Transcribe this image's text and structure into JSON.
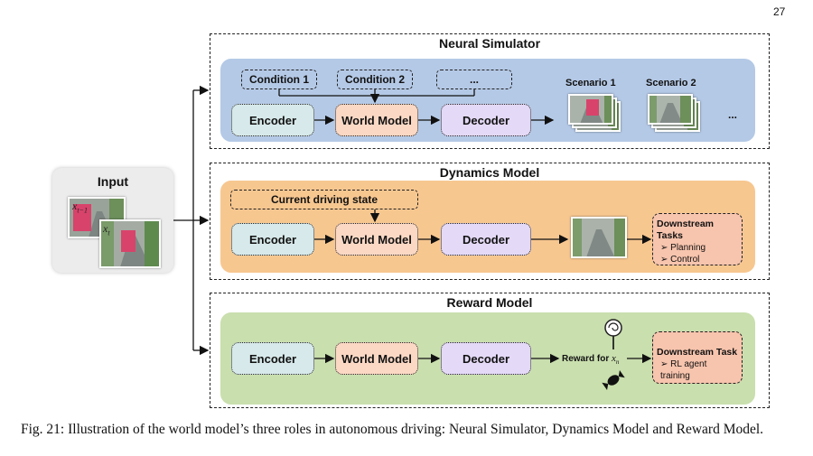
{
  "page_number": "27",
  "input": {
    "title": "Input",
    "frame_prev": "x",
    "frame_prev_sub": "t−1",
    "frame_cur": "x",
    "frame_cur_sub": "t"
  },
  "neural_simulator": {
    "title": "Neural Simulator",
    "conditions": [
      "Condition 1",
      "Condition 2",
      "..."
    ],
    "encoder": "Encoder",
    "world_model": "World Model",
    "decoder": "Decoder",
    "scenarios": [
      "Scenario 1",
      "Scenario 2"
    ],
    "more": "..."
  },
  "dynamics_model": {
    "title": "Dynamics Model",
    "state": "Current driving state",
    "encoder": "Encoder",
    "world_model": "World Model",
    "decoder": "Decoder",
    "tasks_title": "Downstream Tasks",
    "tasks": [
      "➢ Planning",
      "➢ Control"
    ]
  },
  "reward_model": {
    "title": "Reward Model",
    "encoder": "Encoder",
    "world_model": "World Model",
    "decoder": "Decoder",
    "reward_label": "Reward for ",
    "reward_var": "x",
    "reward_sub": "n",
    "task_title": "Downstream Task",
    "tasks": [
      "➢ RL agent training"
    ]
  },
  "caption": "Fig. 21: Illustration of the world model’s three roles in autonomous driving: Neural Simulator, Dynamics Model and Reward Model."
}
